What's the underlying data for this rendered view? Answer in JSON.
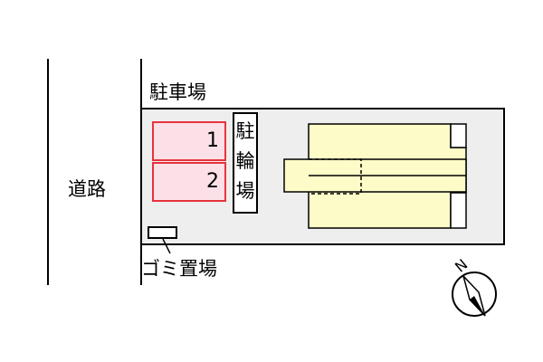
{
  "labels": {
    "parking": "駐車場",
    "road": "道路",
    "bicycle_parking": "駐輪場",
    "garbage": "ゴミ置場",
    "north": "N"
  },
  "spaces": [
    {
      "number": "1"
    },
    {
      "number": "2"
    }
  ],
  "colors": {
    "building_fill": "#fdfbc8",
    "space_fill": "#fbe0e8",
    "space_border": "#e8333d",
    "lot_fill": "#eeeeee"
  }
}
